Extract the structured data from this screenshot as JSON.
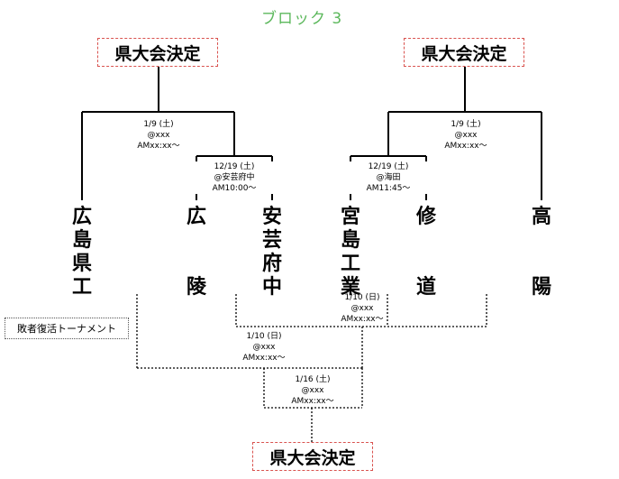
{
  "title": "ブロック 3",
  "qualifier_label": "県大会決定",
  "repechage_label": "敗者復活トーナメント",
  "teams": {
    "hiroshima_kenko": [
      "広",
      "島",
      "県",
      "工"
    ],
    "koryo": [
      "広",
      "陵"
    ],
    "akifuchu": [
      "安",
      "芸",
      "府",
      "中"
    ],
    "miyajima_kogyo": [
      "宮",
      "島",
      "工",
      "業"
    ],
    "shudo": [
      "修",
      "道"
    ],
    "koyo": [
      "高",
      "陽"
    ]
  },
  "matches": {
    "left_final": {
      "date": "1/9 (土)",
      "venue": "@xxx",
      "time": "AMxx:xx〜"
    },
    "left_first": {
      "date": "12/19 (土)",
      "venue": "@安芸府中",
      "time": "AM10:00〜"
    },
    "right_first": {
      "date": "12/19 (土)",
      "venue": "@海田",
      "time": "AM11:45〜"
    },
    "right_final": {
      "date": "1/9 (土)",
      "venue": "@xxx",
      "time": "AMxx:xx〜"
    },
    "rep_right": {
      "date": "1/10 (日)",
      "venue": "@xxx",
      "time": "AMxx:xx〜"
    },
    "rep_left": {
      "date": "1/10 (日)",
      "venue": "@xxx",
      "time": "AMxx:xx〜"
    },
    "rep_final": {
      "date": "1/16 (土)",
      "venue": "@xxx",
      "time": "AMxx:xx〜"
    }
  },
  "colors": {
    "title": "#5cb85c",
    "qualifier_border": "#d9534f",
    "line": "#000000"
  }
}
